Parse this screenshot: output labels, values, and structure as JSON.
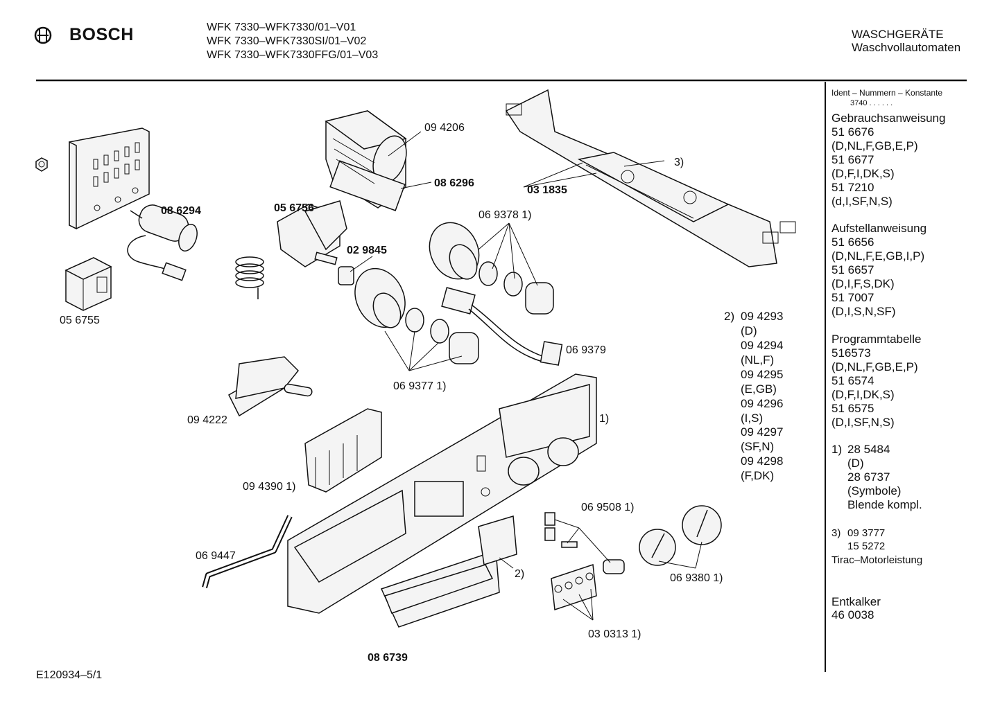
{
  "header": {
    "brand": "BOSCH",
    "models": [
      "WFK 7330–WFK7330/01–V01",
      "WFK 7330–WFK7330SI/01–V02",
      "WFK 7330–WFK7330FFG/01–V03"
    ],
    "category": "WASCHGERÄTE",
    "subcategory": "Waschvollautomaten"
  },
  "footer_code": "E120934–5/1",
  "part_labels": {
    "p094206": "09 4206",
    "p086296": "08 6296",
    "p086294": "08 6294",
    "p056756": "05 6756",
    "p031835": "03 1835",
    "p3": "3)",
    "p069378": "06 9378 1)",
    "p029845": "02 9845",
    "p056755": "05 6755",
    "p069379": "06 9379",
    "p069377": "06 9377 1)",
    "p094222": "09 4222",
    "p1": "1)",
    "p094390": "09 4390 1)",
    "p069508": "06 9508 1)",
    "p069447": "06 9447",
    "p2": "2)",
    "p069380": "06 9380 1)",
    "p030313": "03 0313 1)",
    "p086739": "08 6739"
  },
  "variants": {
    "marker": "2)",
    "items": [
      "09 4293",
      "(D)",
      "09 4294",
      "(NL,F)",
      "09 4295",
      "(E,GB)",
      "09 4296",
      "(I,S)",
      "09 4297",
      "(SF,N)",
      "09 4298",
      "(F,DK)"
    ]
  },
  "sidebar": {
    "ident_title": "Ident – Nummern – Konstante",
    "ident_value": "3740 . .  . . . .",
    "gebrauch_title": "Gebrauchsanweisung",
    "gebrauch": [
      "51 6676",
      "(D,NL,F,GB,E,P)",
      "51 6677",
      "(D,F,I,DK,S)",
      "51 7210",
      "(d,I,SF,N,S)"
    ],
    "aufstell_title": "Aufstellanweisung",
    "aufstell": [
      "51 6656",
      "(D,NL,F,E,GB,I,P)",
      "51 6657",
      "(D,I,F,S,DK)",
      "51 7007",
      "(D,I,S,N,SF)"
    ],
    "programm_title": "Programmtabelle",
    "programm": [
      "516573",
      "(D,NL,F,GB,E,P)",
      "51 6574",
      "(D,F,I,DK,S)",
      "51 6575",
      "(D,I,SF,N,S)"
    ],
    "note1_marker": "1)",
    "note1": [
      "28 5484",
      "(D)",
      "28 6737",
      "(Symbole)",
      "Blende kompl."
    ],
    "note3_marker": "3)",
    "note3": [
      "09 3777",
      "15 5272"
    ],
    "note3_text": "Tirac–Motorleistung",
    "entkalker_title": "Entkalker",
    "entkalker_value": "46 0038"
  }
}
